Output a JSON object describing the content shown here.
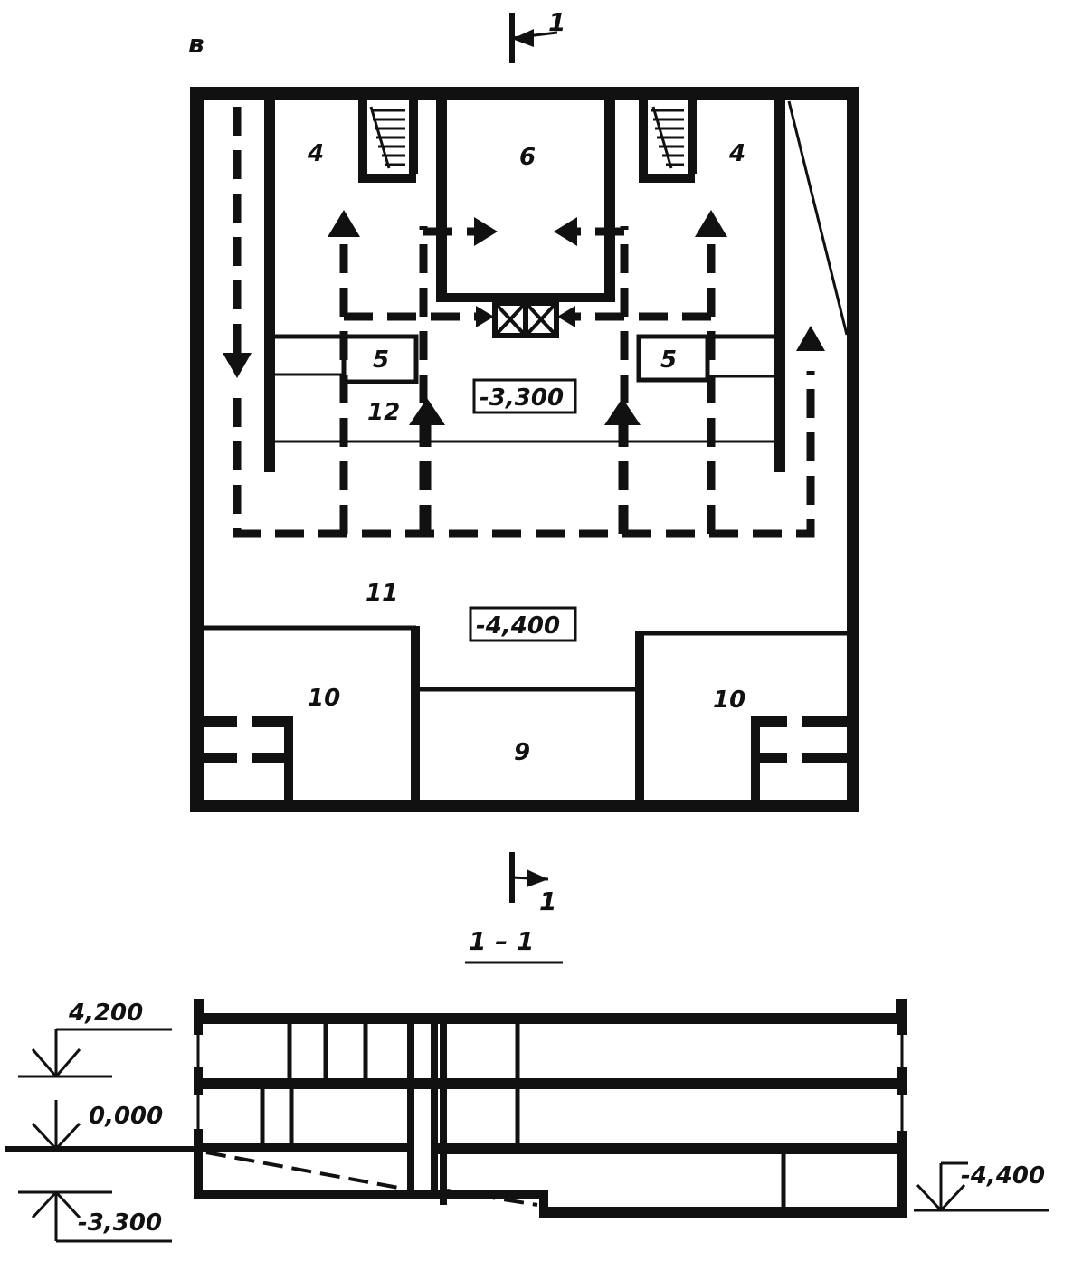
{
  "figure_letter": "в",
  "section_marks": {
    "top": "1",
    "bottom": "1",
    "title": "1 – 1"
  },
  "plan": {
    "rooms": {
      "r4_left": "4",
      "r4_right": "4",
      "r6": "6",
      "r5_left": "5",
      "r5_right": "5",
      "r12": "12",
      "r11": "11",
      "r10_left": "10",
      "r10_right": "10",
      "r9": "9"
    },
    "levels": {
      "upper": "-3,300",
      "lower": "-4,400"
    }
  },
  "section": {
    "levels": {
      "roof": "4,200",
      "ground": "0,000",
      "basement": "-3,300",
      "lower": "-4,400"
    }
  }
}
